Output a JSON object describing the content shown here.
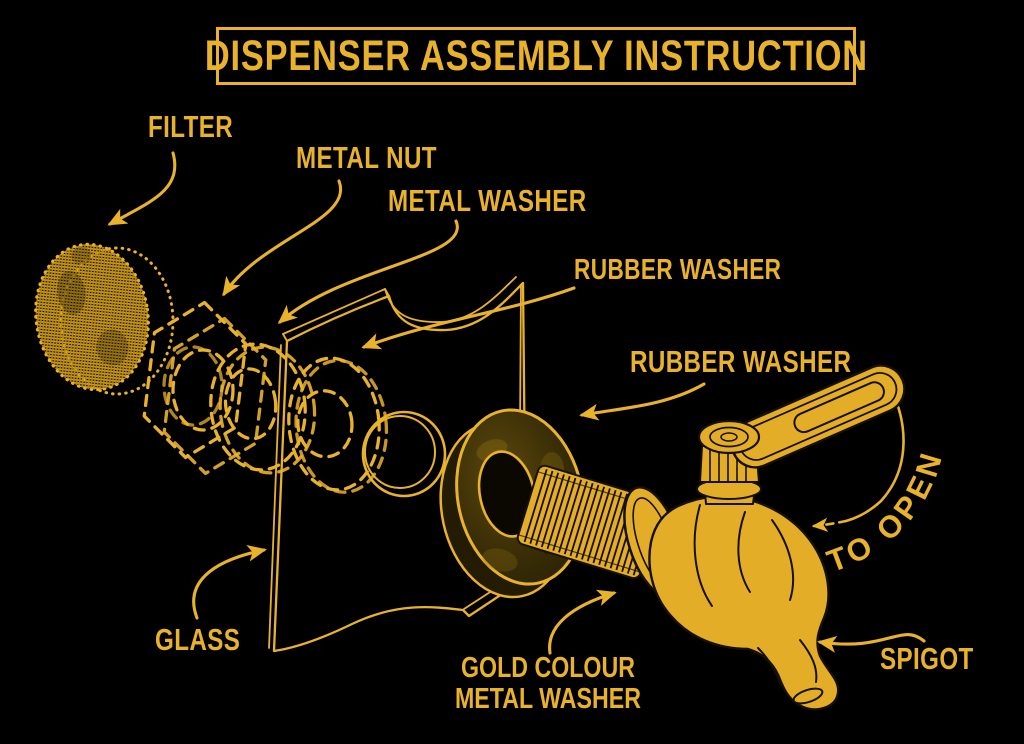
{
  "title": "DISPENSER ASSEMBLY INSTRUCTION",
  "colors": {
    "background": "#000000",
    "gold": "#E9B22B",
    "spigot_fill": "#E3AD27",
    "rubber_washer_dark": "#3B2F06"
  },
  "labels": {
    "filter": "FILTER",
    "metal_nut": "METAL NUT",
    "metal_washer": "METAL WASHER",
    "rubber_washer_top": "RUBBER WASHER",
    "rubber_washer_right": "RUBBER WASHER",
    "glass": "GLASS",
    "gold_washer_line1": "GOLD COLOUR",
    "gold_washer_line2": "METAL WASHER",
    "spigot": "SPIGOT",
    "to_open": "TO OPEN"
  },
  "diagram": {
    "type": "exploded assembly",
    "parts": [
      "filter",
      "metal nut",
      "metal washer",
      "rubber washer (behind glass)",
      "glass",
      "rubber washer (front)",
      "gold colour metal washer",
      "spigot with handle"
    ]
  }
}
